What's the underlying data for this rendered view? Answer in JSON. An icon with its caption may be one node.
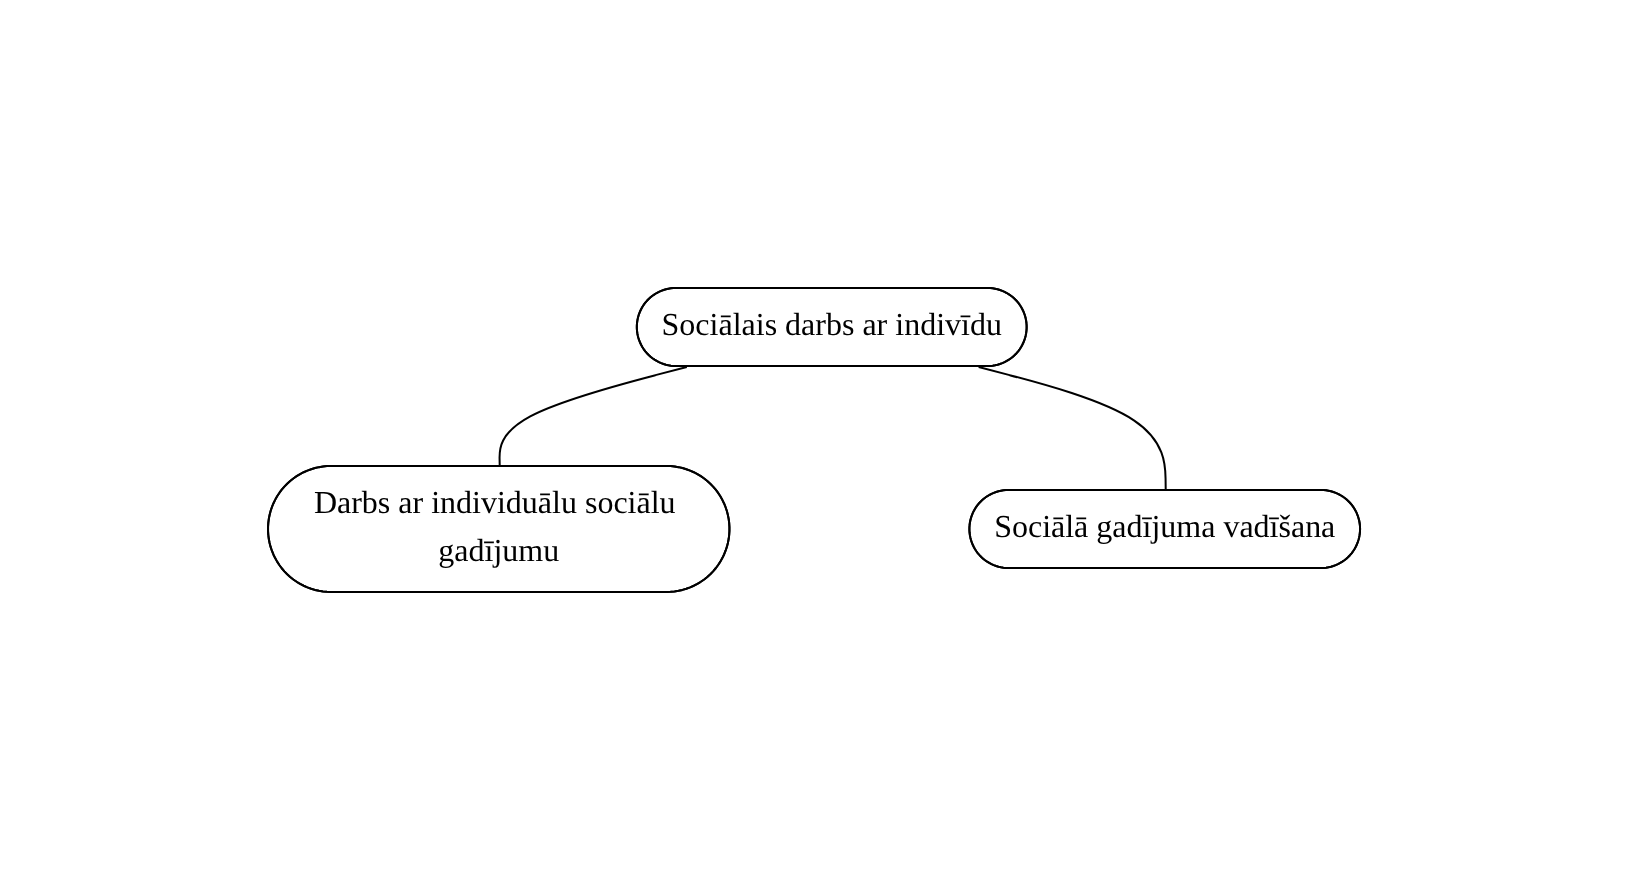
{
  "diagram": {
    "nodes": [
      {
        "text": [
          "Sociālais darbs ar indivīdu"
        ]
      },
      {
        "text": [
          "Darbs ar individuālu sociālu gadījumu"
        ]
      },
      {
        "text": [
          "Sociālā gadījuma vadīšana"
        ]
      }
    ],
    "edges": [
      {
        "from": 0,
        "to": 1,
        "arrow": "none"
      },
      {
        "from": 0,
        "to": 2,
        "arrow": "none"
      }
    ]
  }
}
